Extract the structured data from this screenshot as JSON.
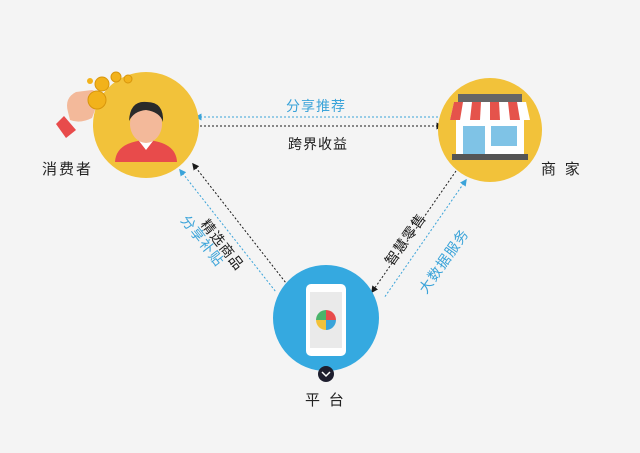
{
  "nodes": {
    "consumer": {
      "label": "消费者"
    },
    "merchant": {
      "label": "商 家"
    },
    "platform": {
      "label": "平 台"
    }
  },
  "edges": {
    "share_recommend": "分享推荐",
    "cross_border_income": "跨界收益",
    "selected_goods": "精选商品",
    "share_subsidy": "分享补贴",
    "smart_retail": "智慧零售",
    "big_data_service": "大数据服务"
  },
  "colors": {
    "yellow": "#f2c23a",
    "blue": "#35a9e0",
    "edge_blue": "#3aa3d9",
    "edge_dark": "#1a1a1a",
    "awning_red": "#e5534b",
    "shirt_red": "#e84b4b"
  },
  "icons": {
    "consumer": "person-avatar-icon",
    "coins": "coin-hand-icon",
    "merchant": "storefront-icon",
    "platform": "smartphone-icon",
    "platform_badge": "chevron-down-icon"
  }
}
